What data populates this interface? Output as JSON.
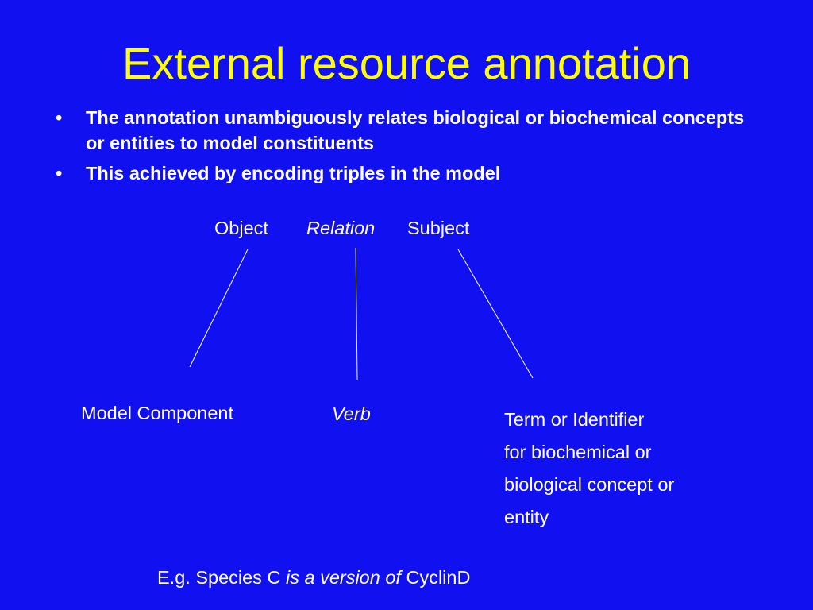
{
  "title": "External resource annotation",
  "bullets": [
    {
      "marker": "•",
      "text": "The annotation unambiguously relates biological or biochemical concepts or entities to model constituents"
    },
    {
      "marker": "•",
      "text": "This achieved by encoding triples in the model"
    }
  ],
  "triple": {
    "object": "Object",
    "relation": "Relation",
    "subject": "Subject"
  },
  "mapping": {
    "object_target": "Model Component",
    "relation_target": "Verb",
    "subject_target_lines": [
      "Term or Identifier",
      "for biochemical or",
      "biological concept or",
      "entity"
    ]
  },
  "example": {
    "prefix": "E.g. Species C ",
    "relation": "is a version of",
    "suffix": " CyclinD"
  },
  "colors": {
    "background": "#1010f0",
    "title": "#ffff00",
    "text": "#ffffff"
  }
}
